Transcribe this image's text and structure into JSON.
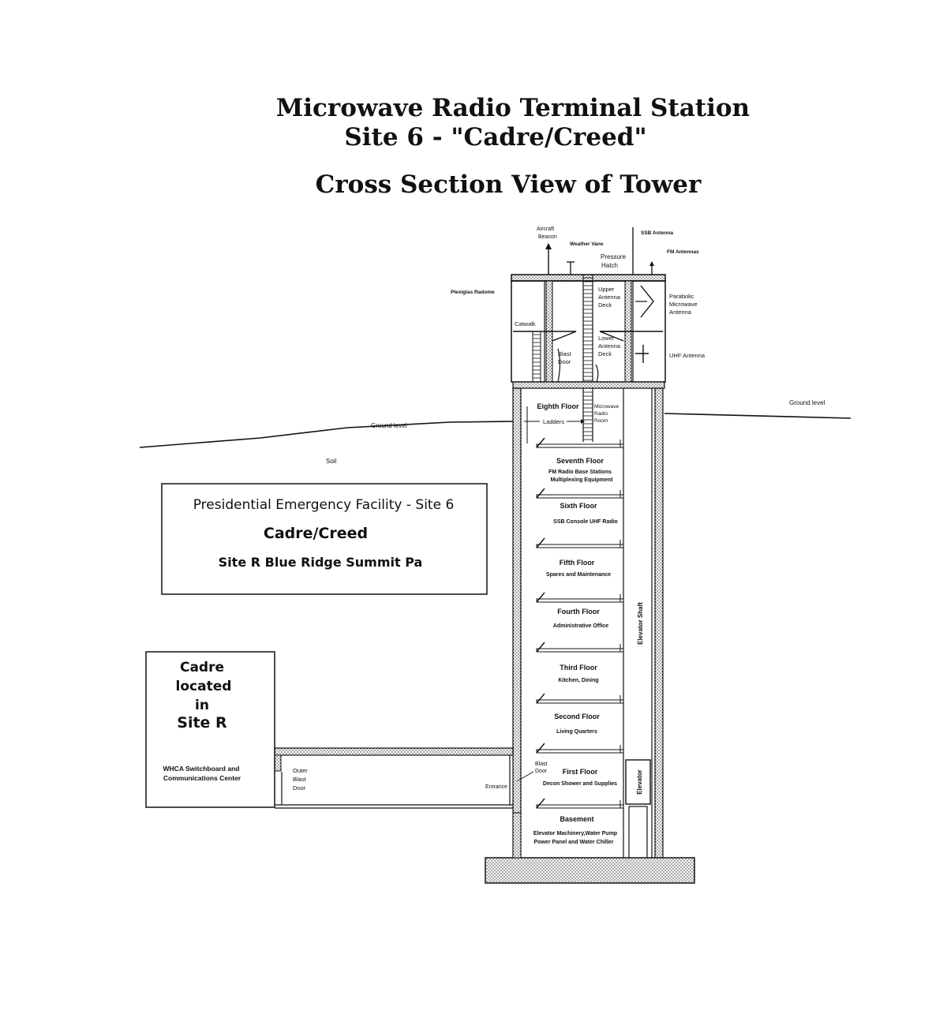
{
  "title": {
    "line1": "Microwave Radio Terminal Station",
    "line2": "Site 6 - \"Cadre/Creed\"",
    "line3": "Cross Section View of Tower"
  },
  "top_labels": {
    "aircraft_beacon_1": "Aircraft",
    "aircraft_beacon_2": "Beacon",
    "weather_vane": "Weather Vane",
    "ssb_antenna": "SSB Antenna",
    "fm_antennas": "FM Antennas",
    "pressure_hatch_1": "Pressure",
    "pressure_hatch_2": "Hatch",
    "plexiglas_radome": "Plexiglas Radome",
    "upper_deck_1": "Upper",
    "upper_deck_2": "Antenna",
    "upper_deck_3": "Deck",
    "parabolic_1": "Parabolic",
    "parabolic_2": "Microwave",
    "parabolic_3": "Antenna",
    "catwalk": "Catwalk",
    "lower_deck_1": "Lower",
    "lower_deck_2": "Antenna",
    "lower_deck_3": "Deck",
    "blast_door_1": "Blast",
    "blast_door_2": "Door",
    "uhf_antenna": "UHF Antenna"
  },
  "ground": {
    "ground_left": "Ground level",
    "ground_right": "Ground level",
    "soil": "Soil"
  },
  "floors": {
    "eighth": "Eighth Floor",
    "ladders": "Ladders",
    "mw_room_1": "Microwave",
    "mw_room_2": "Radio",
    "mw_room_3": "Room",
    "seventh": "Seventh Floor",
    "seventh_d1": "FM Radio Base Stations",
    "seventh_d2": "Multiplexing Equipment",
    "sixth": "Sixth Floor",
    "sixth_d1": "SSB Console  UHF Radio",
    "fifth": "Fifth Floor",
    "fifth_d1": "Spares and Maintenance",
    "fourth": "Fourth Floor",
    "fourth_d1": "Administrative Office",
    "third": "Third Floor",
    "third_d1": "Kitchen, Dining",
    "second": "Second Floor",
    "second_d1": "Living Quarters",
    "first": "First Floor",
    "first_d1": "Decon Shower and Supplies",
    "basement": "Basement",
    "basement_d1": "Elevator Machinery,Water Pump",
    "basement_d2": "Power Panel and Water Chiller",
    "elevator_shaft": "Elevator Shaft",
    "elevator": "Elevator",
    "blast_door_1": "Blast",
    "blast_door_2": "Door",
    "entrance": "Entrance",
    "outer_1": "Outer",
    "outer_2": "Blast",
    "outer_3": "Door"
  },
  "info_box": {
    "line1": "Presidential Emergency Facility - Site 6",
    "line2": "Cadre/Creed",
    "line3": "Site R  Blue Ridge Summit Pa"
  },
  "cadre_box": {
    "line1": "Cadre",
    "line2": "located",
    "line3": "in",
    "line4": "Site R",
    "whca_1": "WHCA Switchboard and",
    "whca_2": "Communications Center"
  }
}
